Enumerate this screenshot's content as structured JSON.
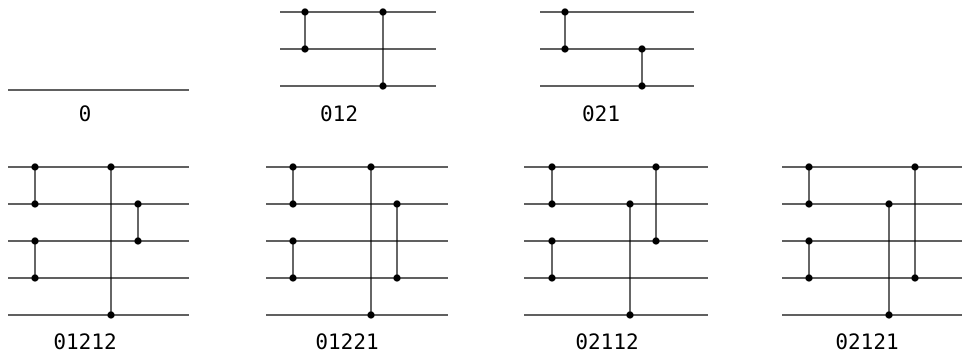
{
  "diagrams": [
    {
      "label": "0",
      "wires": 1,
      "gates": []
    },
    {
      "label": "012",
      "wires": 3,
      "gates": [
        [
          0,
          1
        ],
        [
          0,
          2
        ]
      ]
    },
    {
      "label": "021",
      "wires": 3,
      "gates": [
        [
          0,
          1
        ],
        [
          1,
          2
        ]
      ]
    },
    {
      "label": "01212",
      "wires": 5,
      "gates": [
        [
          0,
          1
        ],
        [
          2,
          3
        ],
        [
          0,
          4
        ],
        [
          1,
          2
        ]
      ]
    },
    {
      "label": "01221",
      "wires": 5,
      "gates": [
        [
          0,
          1
        ],
        [
          2,
          3
        ],
        [
          0,
          4
        ],
        [
          1,
          3
        ]
      ]
    },
    {
      "label": "02112",
      "wires": 5,
      "gates": [
        [
          0,
          1
        ],
        [
          2,
          3
        ],
        [
          1,
          4
        ],
        [
          0,
          2
        ]
      ]
    },
    {
      "label": "02121",
      "wires": 5,
      "gates": [
        [
          0,
          1
        ],
        [
          2,
          3
        ],
        [
          1,
          4
        ],
        [
          0,
          3
        ]
      ]
    }
  ]
}
